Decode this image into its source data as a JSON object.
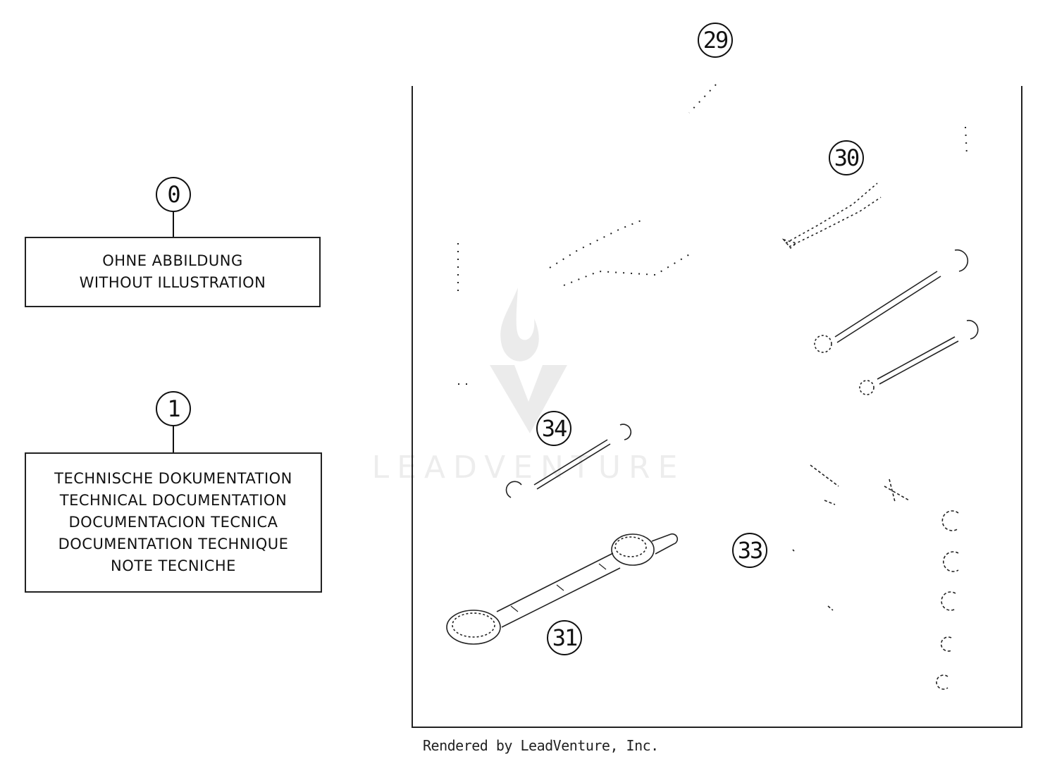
{
  "callouts": {
    "c0": "0",
    "c1": "1",
    "c29": "29",
    "c30": "30",
    "c31": "31",
    "c33": "33",
    "c34": "34"
  },
  "box_without_illustration": {
    "lines": [
      "OHNE ABBILDUNG",
      "WITHOUT ILLUSTRATION"
    ]
  },
  "box_technical_documentation": {
    "lines": [
      "TECHNISCHE DOKUMENTATION",
      "TECHNICAL DOCUMENTATION",
      "DOCUMENTACION TECNICA",
      "DOCUMENTATION TECHNIQUE",
      "NOTE TECNICHE"
    ]
  },
  "watermark": {
    "text": "LEADVENTURE"
  },
  "footer": {
    "credit": "Rendered by LeadVenture, Inc."
  },
  "colors": {
    "line": "#111111",
    "background": "#ffffff",
    "watermark": "#000000"
  },
  "icons": [
    "flame-logo-icon",
    "wrench-icon",
    "spanner-icon",
    "screwdriver-icon",
    "nut-icon"
  ]
}
